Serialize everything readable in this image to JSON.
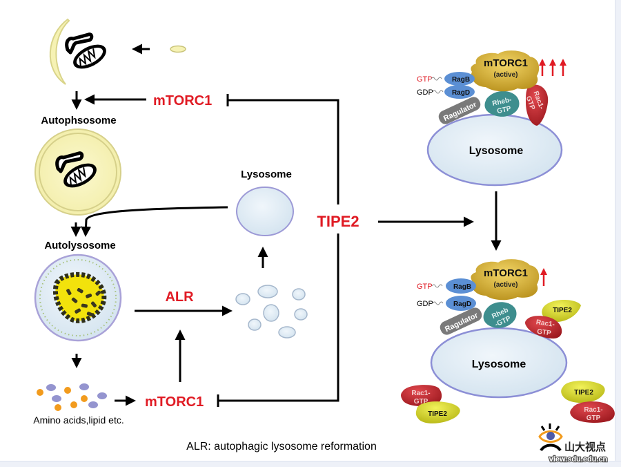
{
  "left_panel": {
    "autophagosome_label": "Autophsosome",
    "autolysosome_label": "Autolysosome",
    "lysosome_label": "Lysosome",
    "amino_acids_label": "Amino acids,lipid etc.",
    "alr_label": "ALR",
    "mtorc1_top_label": "mTORC1",
    "mtorc1_bottom_label": "mTORC1",
    "tipe2_label": "TIPE2"
  },
  "legend": {
    "alr_definition": "ALR: autophagic lysosome reformation"
  },
  "right_top": {
    "mtorc1_label": "mTORC1",
    "mtorc1_state": "(active)",
    "up_arrows_count": 3,
    "gtp_label": "GTP",
    "gdp_label": "GDP",
    "ragb_label": "RagB",
    "ragd_label": "RagD",
    "ragulator_label": "Ragulator",
    "rheb_label_line1": "Rheb-",
    "rheb_label_line2": "GTP",
    "rac1_label_line1": "Rac1-",
    "rac1_label_line2": "GTP",
    "lysosome_label": "Lysosome"
  },
  "right_bottom": {
    "mtorc1_label": "mTORC1",
    "mtorc1_state": "(active)",
    "up_arrows_count": 1,
    "gtp_label": "GTP",
    "gdp_label": "GDP",
    "ragb_label": "RagB",
    "ragd_label": "RagD",
    "ragulator_label": "Ragulator",
    "rheb_label_line1": "Rheb",
    "rheb_label_line2": "-GTP",
    "tipe2_label": "TIPE2",
    "rac1_label_line1": "Rac1-",
    "rac1_label_line2": "GTP",
    "lysosome_label": "Lysosome",
    "free_complexes": [
      {
        "rac1_line1": "Rac1-",
        "rac1_line2": "GTP",
        "tipe2": "TIPE2"
      },
      {
        "rac1_line1": "Rac1-",
        "rac1_line2": "GTP",
        "tipe2": "TIPE2"
      }
    ]
  },
  "watermark": {
    "chinese_text": "山大视点",
    "url_text": "view.sdu.edu.cn"
  },
  "colors": {
    "accent_red": "#e01b24",
    "arrow_black": "#000000",
    "lysosome_fill": "#dde9f3",
    "lysosome_stroke": "#8c8fd6",
    "autophagosome_fill": "#f6f2b4",
    "mtorc1_fill": "#d4ad2b",
    "rag_fill": "#5b8fd4",
    "ragulator_fill": "#7a7a7a",
    "rheb_fill": "#3e8e8e",
    "rac1_fill": "#c4262e",
    "tipe2_fill": "#d9d91c",
    "amino_orange": "#f29b1d",
    "amino_purple": "#8f8fcc"
  }
}
